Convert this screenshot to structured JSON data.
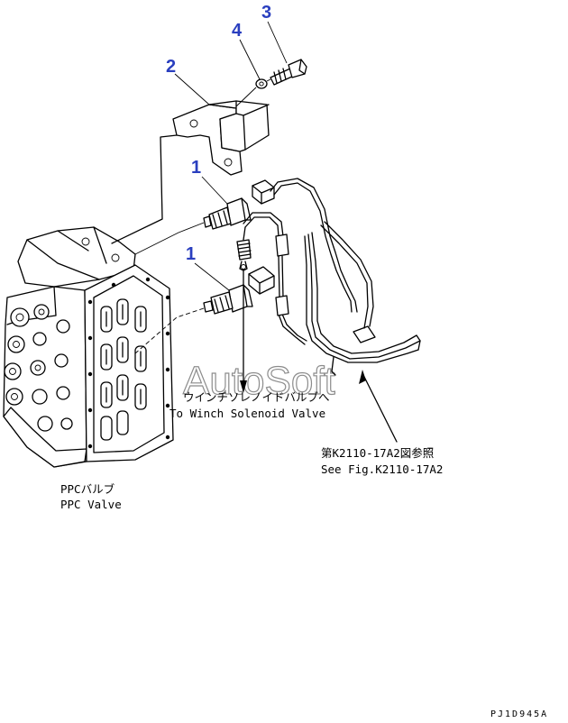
{
  "callouts": [
    {
      "number": "1",
      "part": "pressure-switch-upper"
    },
    {
      "number": "1",
      "part": "pressure-switch-lower"
    },
    {
      "number": "2",
      "part": "bracket"
    },
    {
      "number": "3",
      "part": "bolt"
    },
    {
      "number": "4",
      "part": "washer"
    }
  ],
  "labels": {
    "winch_jp": "ウインチソレノイドバルブへ",
    "winch_en": "To Winch Solenoid Valve",
    "ref_jp": "第K2110-17A2図参照",
    "ref_en": "See Fig.K2110-17A2",
    "ppc_jp": "PPCバルブ",
    "ppc_en": "PPC Valve"
  },
  "watermark": "AutoSoft",
  "drawing_code": "PJ1D945A",
  "colors": {
    "callout": "#2a3fbf",
    "line": "#000000",
    "watermark": "#8c8c8c"
  }
}
